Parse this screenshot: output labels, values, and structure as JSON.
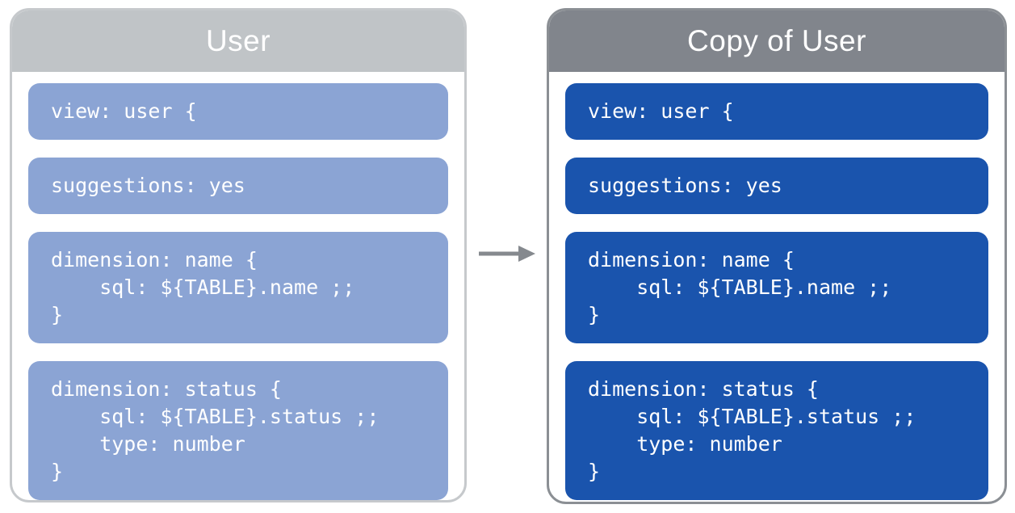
{
  "colors": {
    "left_header": "#c0c4c7",
    "left_border": "#c6c9cc",
    "left_block": "#8ba4d4",
    "right_header": "#81858c",
    "right_border": "#8b8f94",
    "right_block": "#1a54ad",
    "arrow": "#85898e",
    "code_text": "#ffffff",
    "title_text": "#ffffff",
    "panel_bg": "#ffffff",
    "page_bg": "#ffffff"
  },
  "left_panel": {
    "title": "User",
    "blocks": [
      "view: user {",
      "suggestions: yes",
      "dimension: name {\n    sql: ${TABLE}.name ;;\n}",
      "dimension: status {\n    sql: ${TABLE}.status ;;\n    type: number\n}"
    ]
  },
  "right_panel": {
    "title": "Copy of User",
    "blocks": [
      "view: user {",
      "suggestions: yes",
      "dimension: name {\n    sql: ${TABLE}.name ;;\n}",
      "dimension: status {\n    sql: ${TABLE}.status ;;\n    type: number\n}"
    ]
  }
}
